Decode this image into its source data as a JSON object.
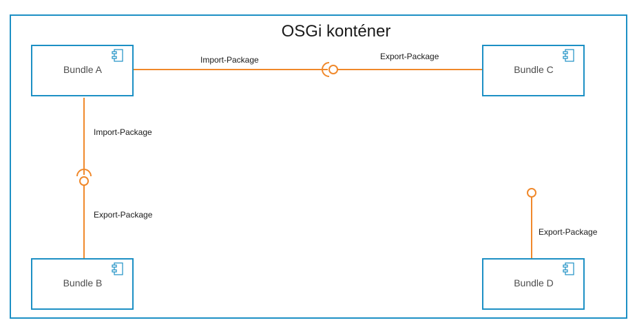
{
  "container": {
    "title": "OSGi konténer",
    "border_color": "#1b8fc4"
  },
  "colors": {
    "bundle_border": "#1b8fc4",
    "connector": "#f0882a"
  },
  "bundles": {
    "a": {
      "label": "Bundle A",
      "icon": "component-icon"
    },
    "b": {
      "label": "Bundle B",
      "icon": "component-icon"
    },
    "c": {
      "label": "Bundle C",
      "icon": "component-icon"
    },
    "d": {
      "label": "Bundle D",
      "icon": "component-icon"
    }
  },
  "connections": {
    "a_to_c": {
      "import_label": "Import-Package",
      "export_label": "Export-Package"
    },
    "a_to_b": {
      "import_label": "Import-Package",
      "export_label": "Export-Package"
    },
    "d_export": {
      "export_label": "Export-Package"
    }
  }
}
